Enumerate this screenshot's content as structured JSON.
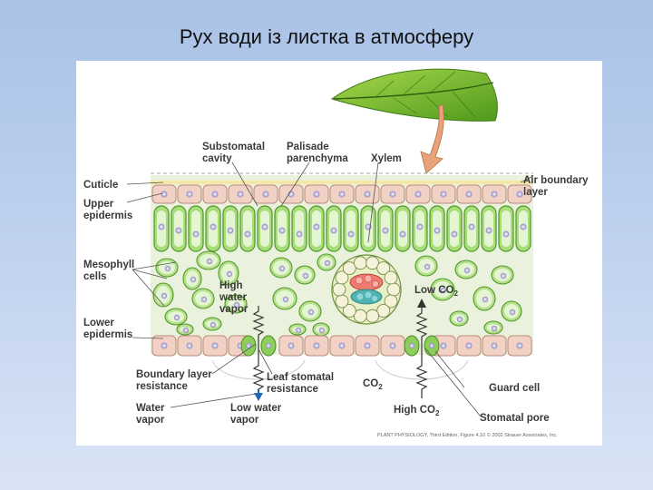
{
  "slide": {
    "title": "Рух води із листка в атмосферу"
  },
  "figure": {
    "labels": {
      "substomatal_cavity": [
        "Substomatal",
        "cavity"
      ],
      "palisade": [
        "Palisade",
        "parenchyma"
      ],
      "xylem": "Xylem",
      "air_boundary": [
        "Air boundary",
        "layer"
      ],
      "cuticle": "Cuticle",
      "upper_epidermis": [
        "Upper",
        "epidermis"
      ],
      "mesophyll": [
        "Mesophyll",
        "cells"
      ],
      "high_vapor": [
        "High",
        "water",
        "vapor"
      ],
      "low_co2": "Low CO",
      "lower_epidermis": [
        "Lower",
        "epidermis"
      ],
      "boundary_resistance": [
        "Boundary layer",
        "resistance"
      ],
      "stomatal_resistance": [
        "Leaf stomatal",
        "resistance"
      ],
      "co2": "CO",
      "guard_cell": "Guard cell",
      "water_vapor": [
        "Water",
        "vapor"
      ],
      "low_vapor": [
        "Low water",
        "vapor"
      ],
      "high_co2": "High CO",
      "stomatal_pore": "Stomatal pore",
      "subscript_2": "2"
    },
    "credit": "PLANT PHYSIOLOGY, Third Edition, Figure 4.10  © 2002 Sinauer Associates, Inc."
  }
}
